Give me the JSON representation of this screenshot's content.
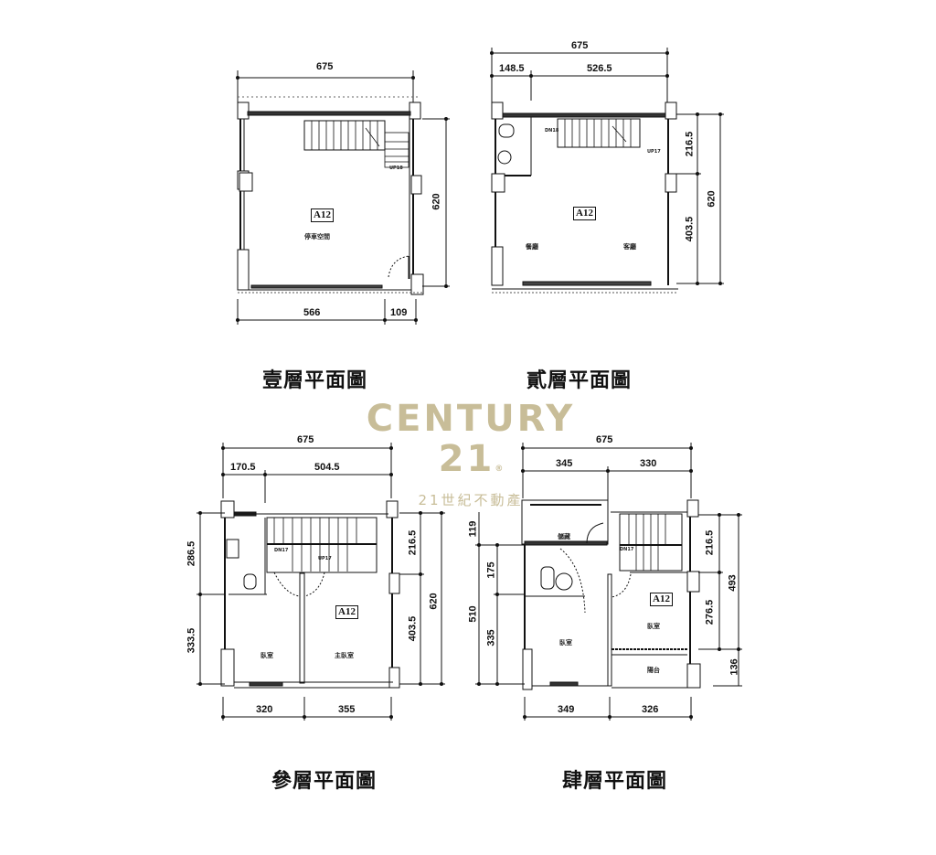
{
  "watermark": {
    "brand": "CENTURY 21",
    "registered_mark": "®",
    "subtitle": "21世紀不動產",
    "color": "#c8bd98"
  },
  "floors": [
    {
      "caption": "壹層平面圖",
      "unit_code": "A12",
      "rooms": [
        "停車空間"
      ],
      "stair_tag": "UP18",
      "dimensions": {
        "top_total": "675",
        "bottom": [
          "566",
          "109"
        ],
        "right_total": "620"
      }
    },
    {
      "caption": "貳層平面圖",
      "unit_code": "A12",
      "rooms": [
        "餐廳",
        "客廳"
      ],
      "stair_tags": [
        "DN18",
        "UP17"
      ],
      "dimensions": {
        "top_total": "675",
        "top_split": [
          "148.5",
          "526.5"
        ],
        "right_split": [
          "216.5",
          "403.5"
        ],
        "right_total": "620"
      }
    },
    {
      "caption": "參層平面圖",
      "unit_code": "A12",
      "rooms": [
        "臥室",
        "主臥室"
      ],
      "stair_tags": [
        "DN17",
        "UP17"
      ],
      "dimensions": {
        "top_total": "675",
        "top_split": [
          "170.5",
          "504.5"
        ],
        "left_split": [
          "286.5",
          "333.5"
        ],
        "right_split": [
          "216.5",
          "403.5"
        ],
        "right_total": "620",
        "bottom": [
          "320",
          "355"
        ]
      }
    },
    {
      "caption": "肆層平面圖",
      "unit_code": "A12",
      "rooms": [
        "儲藏",
        "臥室",
        "臥室",
        "陽台"
      ],
      "stair_tag": "DN17",
      "dimensions": {
        "top_total": "675",
        "top_split": [
          "345",
          "330"
        ],
        "left_outer": [
          "119",
          "510"
        ],
        "left_inner": [
          "175",
          "335"
        ],
        "right_split": [
          "216.5",
          "276.5"
        ],
        "right_total": "493",
        "right_lower": "136",
        "bottom": [
          "349",
          "326"
        ]
      }
    }
  ]
}
